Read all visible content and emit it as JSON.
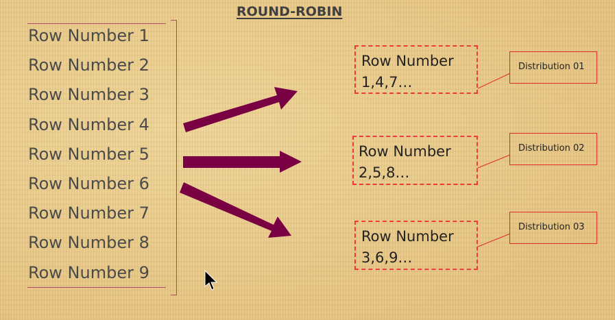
{
  "title": "ROUND-ROBIN",
  "rows": [
    "Row Number 1",
    "Row Number 2",
    "Row Number 3",
    "Row Number 4",
    "Row Number 5",
    "Row Number 6",
    "Row Number 7",
    "Row Number 8",
    "Row Number 9"
  ],
  "groups": [
    {
      "line1": "Row Number",
      "line2": "1,4,7…",
      "distribution": "Distribution 01"
    },
    {
      "line1": "Row Number",
      "line2": "2,5,8…",
      "distribution": "Distribution 02"
    },
    {
      "line1": "Row Number",
      "line2": "3,6,9…",
      "distribution": "Distribution 03"
    }
  ],
  "colors": {
    "arrow": "#7a0044",
    "dashed_border": "#ee3a3a",
    "dist_border": "#e22b2b",
    "bracket": "#b0486a"
  },
  "icons": {
    "cursor": "mouse-pointer-icon"
  }
}
